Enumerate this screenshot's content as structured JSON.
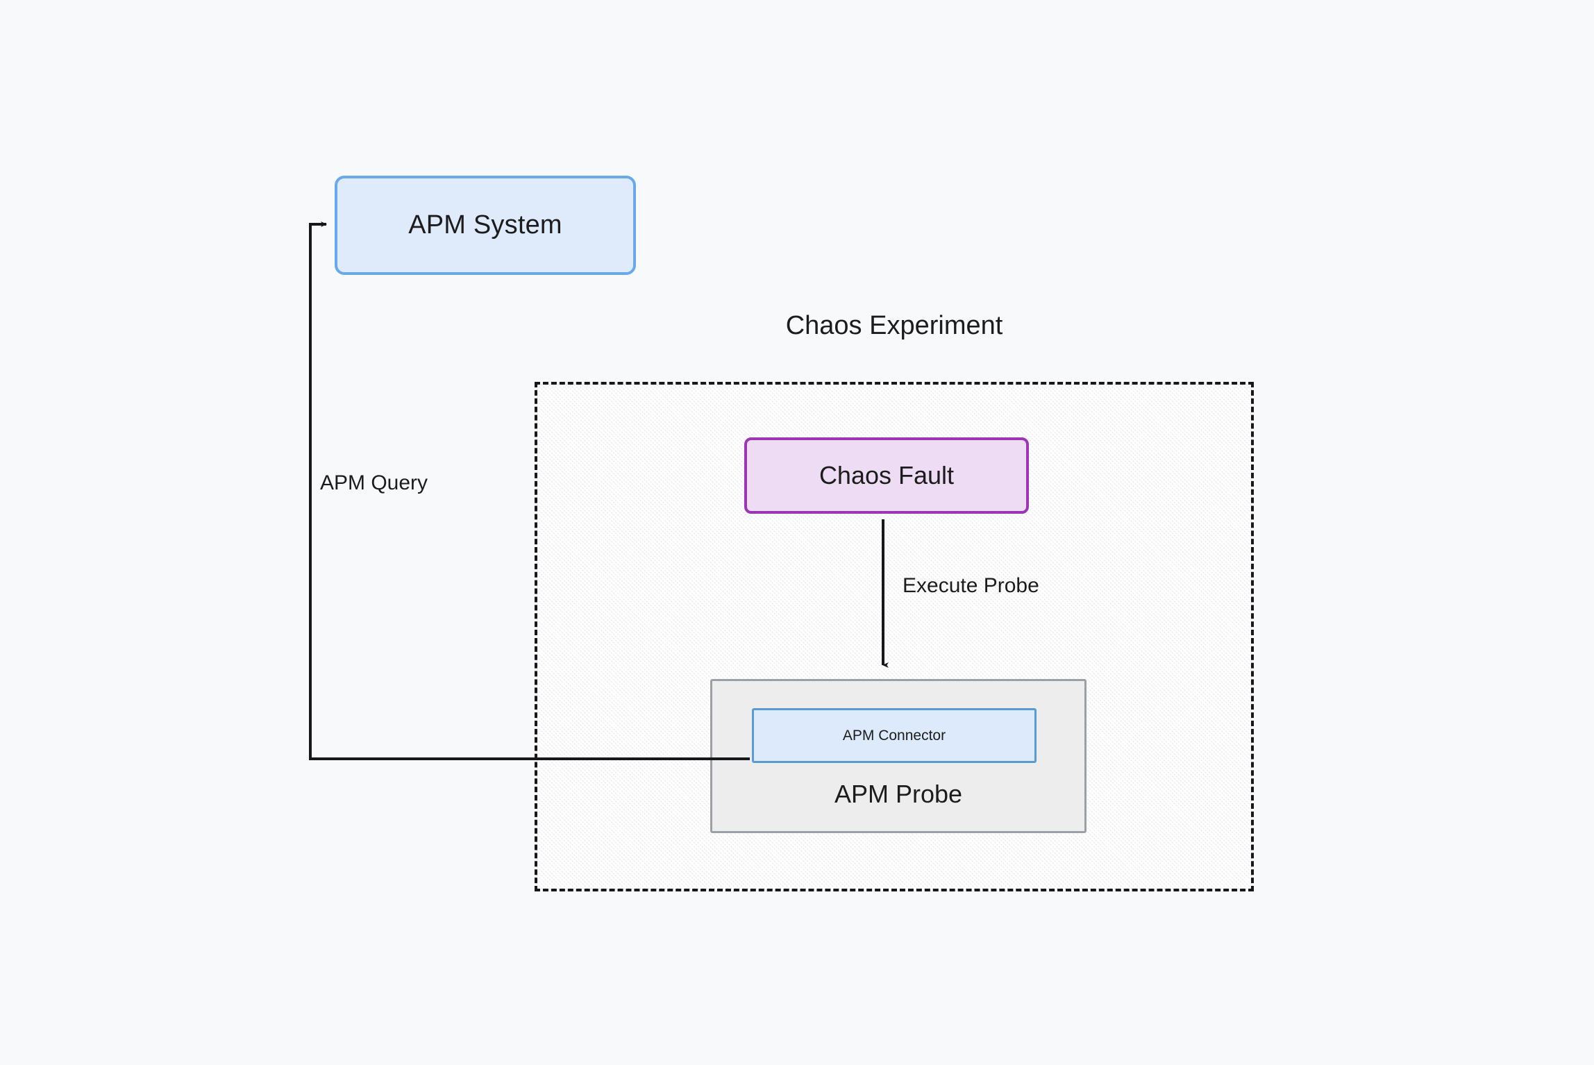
{
  "diagram": {
    "background_color": "#f7f9fb",
    "nodes": {
      "apm_system": {
        "label": "APM System",
        "fill": "#dfeafb",
        "border": "#6aa9e9"
      },
      "chaos_fault": {
        "label": "Chaos Fault",
        "fill": "#eddcf3",
        "border": "#9c36b5"
      },
      "apm_probe": {
        "label": "APM Probe",
        "fill": "#ededed",
        "border": "#9aa0a6"
      },
      "apm_connector": {
        "label": "APM Connector",
        "fill": "#ddeafc",
        "border": "#5b9bd5"
      }
    },
    "clusters": {
      "chaos_experiment": {
        "title": "Chaos Experiment",
        "border": "#16181c",
        "border_style": "dashed",
        "fill": "#e6e6e6"
      }
    },
    "edges": [
      {
        "label": "Execute Probe",
        "from": "chaos_fault",
        "to": "apm_probe",
        "color": "#16181c",
        "arrow": "arrow-head-down-icon"
      },
      {
        "label": "APM Query",
        "from": "apm_connector",
        "to": "apm_system",
        "color": "#16181c",
        "arrow": "arrow-head-right-icon"
      }
    ]
  }
}
